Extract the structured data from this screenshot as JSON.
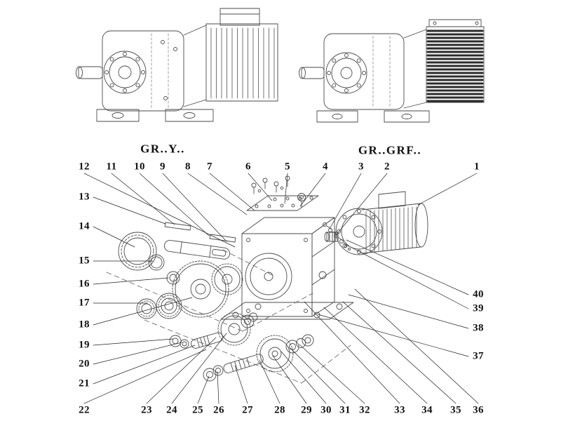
{
  "figure": {
    "left_model_label": "GR..Y..",
    "right_model_label": "GR..GRF.."
  },
  "colors": {
    "line": "#4a4a4a",
    "leader_line": "#222222",
    "text": "#101010",
    "background": "#ffffff"
  },
  "callouts": {
    "top": [
      "12",
      "11",
      "10",
      "9",
      "8",
      "7",
      "6",
      "5",
      "4",
      "3",
      "2",
      "1"
    ],
    "left": [
      "13",
      "14",
      "15",
      "16",
      "17",
      "18",
      "19",
      "20",
      "21"
    ],
    "bottom": [
      "22",
      "23",
      "24",
      "25",
      "26",
      "27",
      "28",
      "29",
      "30",
      "31",
      "32",
      "33",
      "34",
      "35",
      "36"
    ],
    "right": [
      "40",
      "39",
      "38",
      "37"
    ]
  }
}
